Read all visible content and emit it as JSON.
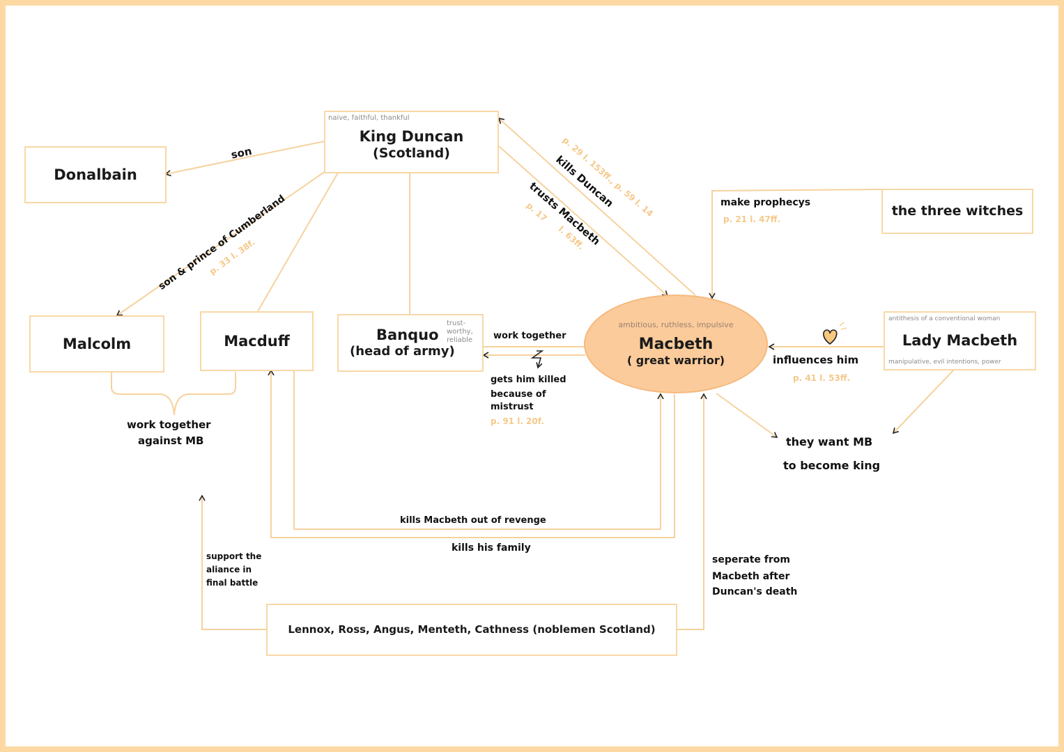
{
  "diagram": {
    "line_color": "#f6d29e",
    "accent_color": "#fbcb9b",
    "reference_color": "#f5c98a",
    "characters": {
      "duncan": {
        "name": "King Duncan",
        "sub": "(Scotland)",
        "traits": "naive, faithful, thankful"
      },
      "donalbain": {
        "name": "Donalbain"
      },
      "malcolm": {
        "name": "Malcolm"
      },
      "macduff": {
        "name": "Macduff"
      },
      "banquo": {
        "name": "Banquo",
        "sub": "(head of army)",
        "traits_1": "trust-",
        "traits_2": "worthy,",
        "traits_3": "reliable"
      },
      "macbeth": {
        "name": "Macbeth",
        "sub": "( great warrior)",
        "traits": "ambitious, ruthless, impulsive"
      },
      "witches": {
        "name": "the three witches"
      },
      "lady": {
        "name": "Lady Macbeth",
        "traits_top": "antithesis of a conventional woman",
        "traits_bottom": "manipulative, evil intentions, power"
      },
      "nobles": {
        "name": "Lennox, Ross, Angus, Menteth, Cathness (noblemen Scotland)"
      }
    },
    "relations": {
      "son": "son",
      "son_prince": "son & prince of Cumberland",
      "son_prince_ref": "p. 33 l. 38f.",
      "kills_duncan": "kills Duncan",
      "kills_duncan_ref": "p. 29 l. 153ff., p. 59 l. 14",
      "trusts_macbeth": "trusts Macbeth",
      "trusts_macbeth_ref_1": "p. 17",
      "trusts_macbeth_ref_2": "l. 63ff.",
      "prophecy": "make prophecys",
      "prophecy_ref": "p. 21 l. 47ff.",
      "work_together": "work together",
      "gets_killed_1": "gets him killed",
      "gets_killed_2": "because of",
      "gets_killed_3": "mistrust",
      "gets_killed_ref": "p. 91 l. 20f.",
      "influences": "influences him",
      "influences_ref": "p. 41 l. 53ff.",
      "want_king_1": "they want MB",
      "want_king_2": "to become king",
      "alliance_1": "work together",
      "alliance_2": "against MB",
      "kills_revenge": "kills Macbeth out of revenge",
      "kills_family": "kills his family",
      "support_1": "support the",
      "support_2": "aliance in",
      "support_3": "final battle",
      "separate_1": "seperate from",
      "separate_2": "Macbeth after",
      "separate_3": "Duncan's death"
    }
  }
}
